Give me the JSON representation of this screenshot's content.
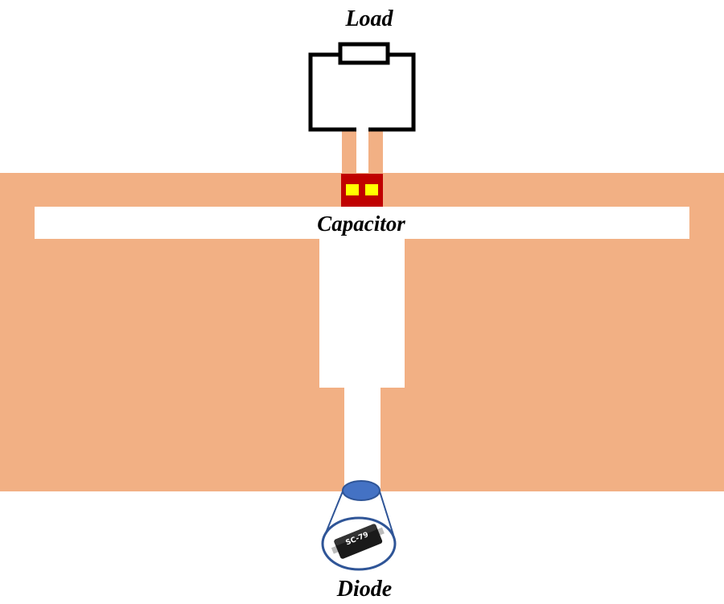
{
  "labels": {
    "load": "Load",
    "capacitor": "Capacitor",
    "diode": "Diode",
    "package_marking": "SC-79"
  },
  "colors": {
    "copper": "#F2B084",
    "capacitor_body": "#C00000",
    "capacitor_pad": "#FFFF00",
    "load_outline": "#000000",
    "diode_highlight": "#4472C4",
    "diode_outline": "#2F5597",
    "package_body": "#1a1a1a"
  }
}
